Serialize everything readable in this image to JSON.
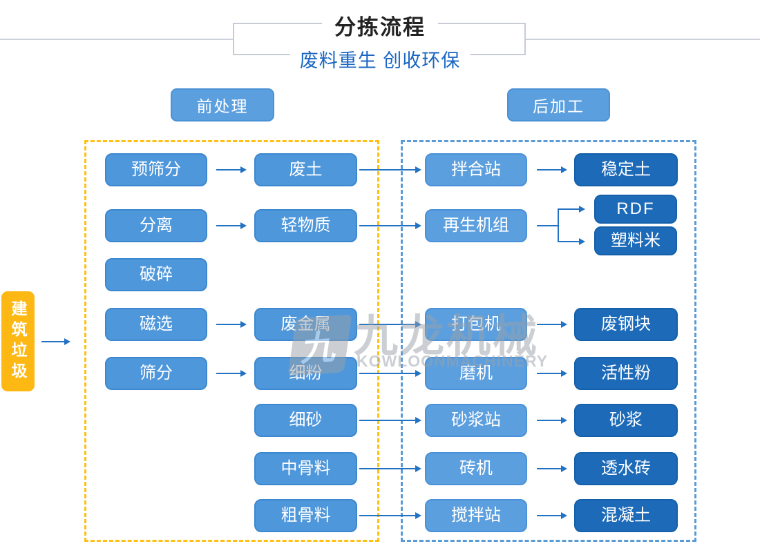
{
  "header": {
    "title": "分拣流程",
    "subtitle": "废料重生 创收环保"
  },
  "sections": {
    "pre_label": "前处理",
    "post_label": "后加工"
  },
  "flow": {
    "source_label": "建筑垃圾",
    "col1": [
      "预筛分",
      "分离",
      "破碎",
      "磁选",
      "筛分"
    ],
    "col2": [
      "废土",
      "轻物质",
      "废金属",
      "细粉",
      "细砂",
      "中骨料",
      "粗骨料"
    ],
    "col3": [
      "拌合站",
      "再生机组",
      "打包机",
      "磨机",
      "砂浆站",
      "砖机",
      "搅拌站"
    ],
    "col4": [
      "稳定土",
      "RDF",
      "塑料米",
      "废钢块",
      "活性粉",
      "砂浆",
      "透水砖",
      "混凝土"
    ]
  },
  "watermark": {
    "logo_glyph": "九",
    "name_cn": "九龙机械",
    "name_en": "KOWLOONMACHINERY"
  },
  "colors": {
    "arrow_blue": "#2272c3",
    "node_blue": "#4f97db",
    "node_blue_light": "#5c9fdf",
    "node_blue_dark": "#1c6ab8",
    "dash_yellow": "#ffc013",
    "dash_blue": "#5b9bd5",
    "source_yellow": "#feb813",
    "subtitle_blue": "#1a66c2"
  }
}
